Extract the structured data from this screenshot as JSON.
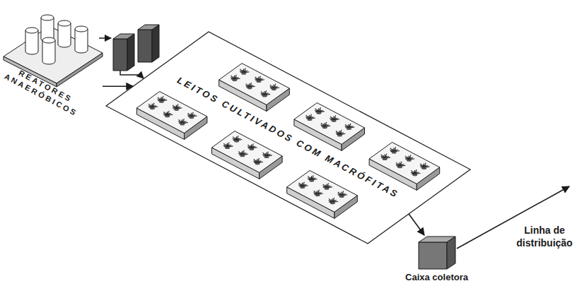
{
  "diagram": {
    "nodes": [
      {
        "text": [
          "REATORES ANAERÓBICOS"
        ]
      },
      {
        "text": [
          "LEITOS CULTIVADOS COM MACRÓFITAS"
        ]
      },
      {
        "text": [
          "Caixa coletora"
        ]
      }
    ],
    "edges": [
      {
        "from": 0,
        "to": 1,
        "arrow": "to"
      },
      {
        "from": 1,
        "to": 2,
        "arrow": "to"
      }
    ],
    "labels": [
      "Linha de distribuição"
    ]
  }
}
